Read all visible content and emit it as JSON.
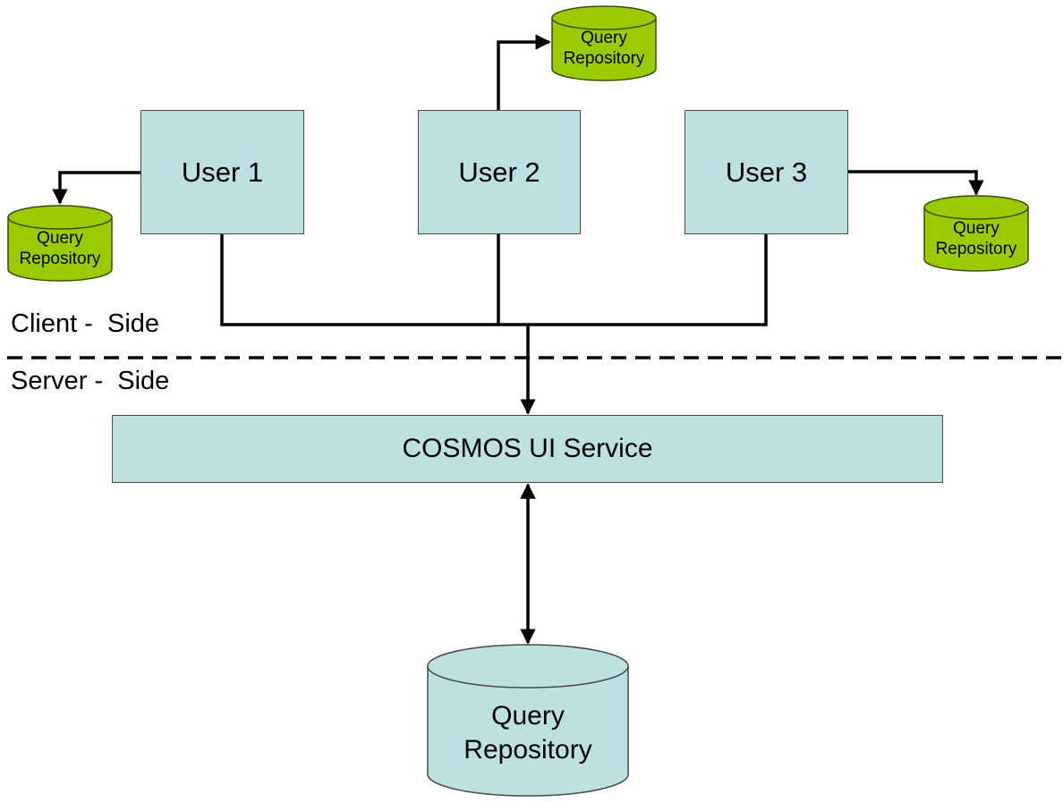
{
  "users": [
    {
      "label": "User 1"
    },
    {
      "label": "User 2"
    },
    {
      "label": "User 3"
    }
  ],
  "client_repos": [
    {
      "line1": "Query",
      "line2": "Repository"
    },
    {
      "line1": "Query",
      "line2": "Repository"
    },
    {
      "line1": "Query",
      "line2": "Repository"
    }
  ],
  "regions": {
    "client_label": "Client -  Side",
    "server_label": "Server -  Side"
  },
  "service": {
    "label": "COSMOS UI Service"
  },
  "server_repo": {
    "line1": "Query",
    "line2": "Repository"
  },
  "colors": {
    "box_fill": "#bde0e2",
    "repo_green": "#99cc00",
    "line": "#000000"
  }
}
